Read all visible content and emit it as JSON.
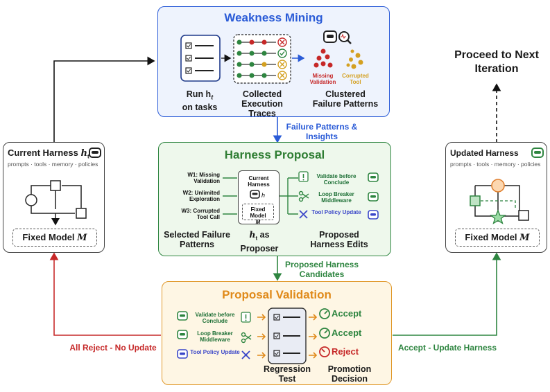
{
  "weakness_mining": {
    "title": "Weakness Mining",
    "run_caption_1": "Run h",
    "run_caption_sub": "t",
    "run_caption_2": "on tasks",
    "traces_caption": "Collected Execution Traces",
    "clusters_caption": "Clustered Failure Patterns",
    "cluster_a": "Missing Validation",
    "cluster_b": "Corrupted Tool"
  },
  "arrow_labels": {
    "failure_patterns": "Failure Patterns & Insights",
    "proposed_candidates": "Proposed Harness Candidates",
    "all_reject": "All Reject - No Update",
    "accept_update": "Accept - Update Harness"
  },
  "proceed": "Proceed to Next Iteration",
  "current_harness": {
    "title": "Current Harness",
    "title_sym": "h",
    "title_sub": "t",
    "subtitle": "prompts · tools · memory · policies",
    "model_label": "Fixed Model",
    "model_sym": "M"
  },
  "updated_harness": {
    "title": "Updated Harness",
    "subtitle": "prompts · tools · memory · policies",
    "model_label": "Fixed Model",
    "model_sym": "M"
  },
  "harness_proposal": {
    "title": "Harness Proposal",
    "weaknesses": [
      "W1: Missing Validation",
      "W2: Unlimited Exploration",
      "W3: Corrupted Tool Call"
    ],
    "center_current": "Current Harness",
    "center_model": "Fixed Model",
    "center_model_sym": "M",
    "caption_selected": "Selected Failure Patterns",
    "caption_proposer_1": "h",
    "caption_proposer_2": "as Proposer",
    "caption_edits": "Proposed Harness Edits",
    "edits": [
      "Validate before Conclude",
      "Loop Breaker Middleware",
      "Tool Policy Update"
    ]
  },
  "proposal_validation": {
    "title": "Proposal Validation",
    "candidates": [
      "Validate before Conclude",
      "Loop Breaker Middleware",
      "Tool Policy Update"
    ],
    "decisions": [
      "Accept",
      "Accept",
      "Reject"
    ],
    "caption_test": "Regression Test",
    "caption_decision": "Promotion Decision"
  }
}
